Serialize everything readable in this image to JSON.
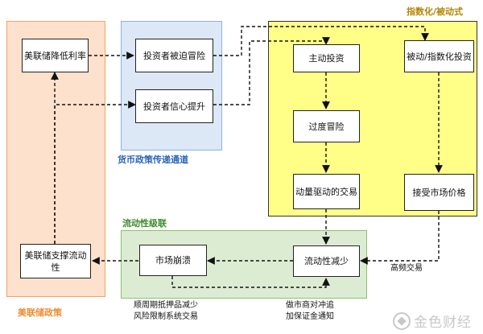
{
  "regions": {
    "fed": {
      "label": "美联储政策",
      "fill": "#fde1cc",
      "stroke": "#f5a25f",
      "label_color": "#f08c2e"
    },
    "monetary": {
      "label": "货币政策传递通道",
      "fill": "#dce8f6",
      "stroke": "#8fb1dc",
      "label_color": "#2a63b8"
    },
    "passive": {
      "label": "指数化/被动式",
      "fill": "#ffff88",
      "stroke": "#333333",
      "label_color": "#b38600"
    },
    "liquidity": {
      "label": "流动性级联",
      "fill": "#dcecd3",
      "stroke": "#8cbf72",
      "label_color": "#3b8a2a"
    }
  },
  "nodes": {
    "fed_rate_cut": "美联储降低利率",
    "risk_forced": "投资者被迫冒险",
    "confidence": "投资者信心提升",
    "active": "主动投资",
    "passive_index": "被动/指数化投资",
    "over_risk": "过度冒险",
    "momentum": "动量驱动的交易",
    "price_taker": "接受市场价格",
    "fed_support": "美联储支撑流动性",
    "crash": "市场崩溃",
    "liq_drop": "流动性减少"
  },
  "notes": {
    "hft": "高频交易",
    "procyclical": [
      "顺周期抵押品减少",
      "风险限制系统交易"
    ],
    "mm": [
      "做市商对冲追",
      "加保证金通知"
    ]
  },
  "watermark": {
    "text": "金色财经",
    "icon": "coin-logo-icon"
  }
}
